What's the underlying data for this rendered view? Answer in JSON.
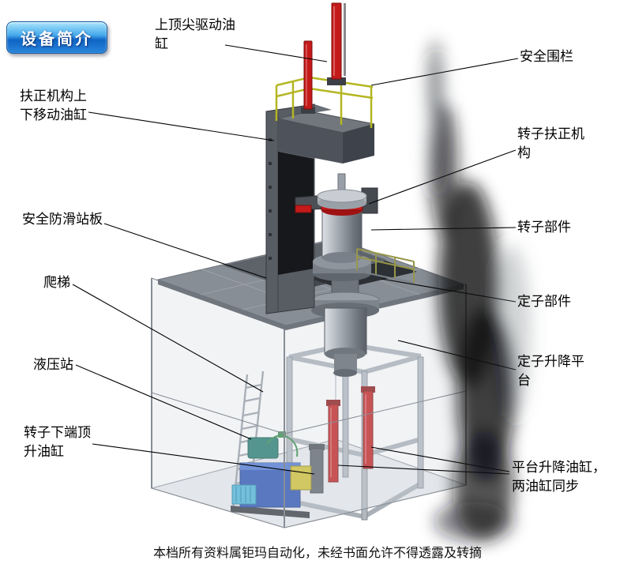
{
  "badge": {
    "label": "设备简介"
  },
  "labels": {
    "top_drive_cylinder": "上顶尖驱动油\n缸",
    "safety_fence": "安全围栏",
    "centering_updown_cylinder": "扶正机构上\n下移动油缸",
    "rotor_centering_mechanism": "转子扶正机\n构",
    "antislip_platform": "安全防滑站板",
    "rotor_component": "转子部件",
    "ladder": "爬梯",
    "stator_component": "定子部件",
    "hydraulic_station": "液压站",
    "stator_lift_platform": "定子升降平\n台",
    "rotor_bottom_jack_cylinder": "转子下端顶\n升油缸",
    "platform_lift_cylinders": "平台升降油缸，\n两油缸同步"
  },
  "footer": {
    "text": "本档所有资料属钜玛自动化，未经书面允许不得透露及转摘"
  },
  "colors": {
    "cylinder_red": "#c41a1a",
    "railing_yellow": "#b4b622",
    "tank_blue": "#2850b4",
    "pump_teal": "#1f7a6e",
    "valve_yellow": "#d2c22e",
    "motor_cyan": "#4ab6da"
  }
}
